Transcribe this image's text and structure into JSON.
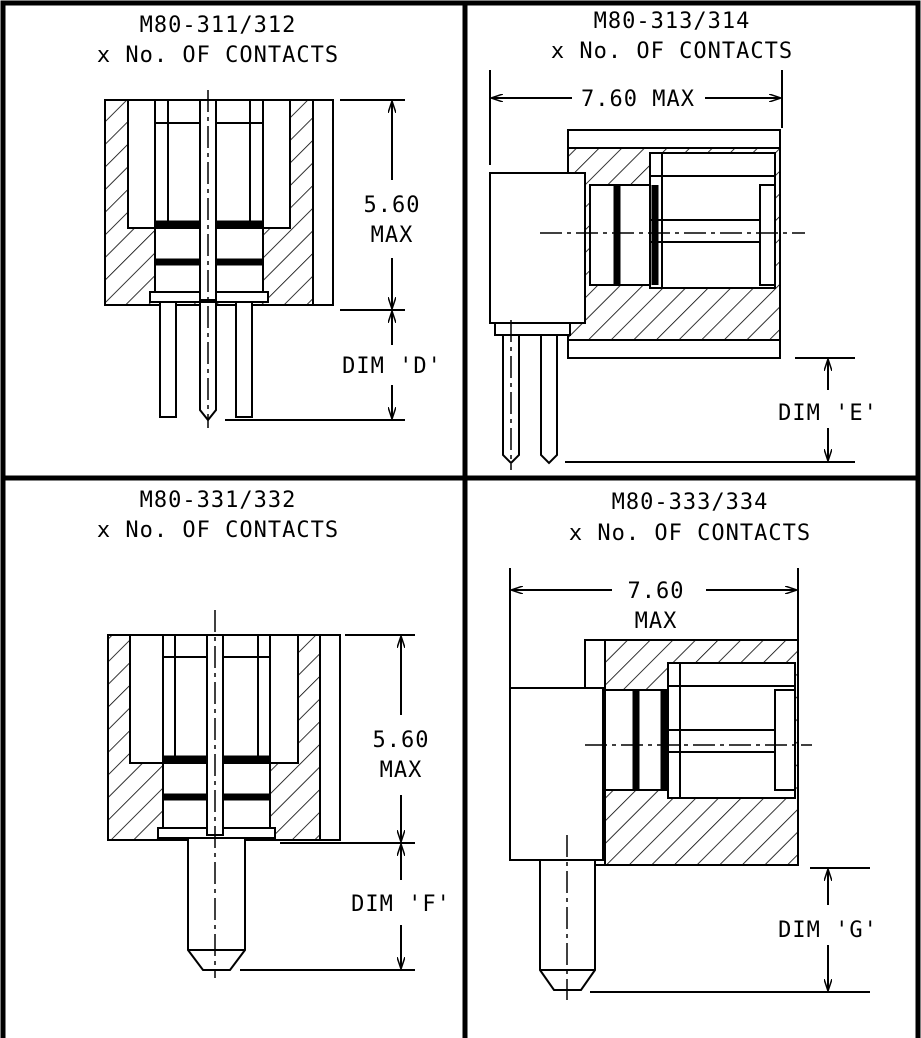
{
  "panels": [
    {
      "part": "M80-311/312",
      "subtitle": "x No. OF CONTACTS",
      "dim_height": "5.60",
      "dim_height_suffix": "MAX",
      "dim_lead": "DIM 'D'"
    },
    {
      "part": "M80-313/314",
      "subtitle": "x No. OF CONTACTS",
      "dim_width": "7.60 MAX",
      "dim_lead": "DIM 'E'"
    },
    {
      "part": "M80-331/332",
      "subtitle": "x No. OF CONTACTS",
      "dim_height": "5.60",
      "dim_height_suffix": "MAX",
      "dim_lead": "DIM 'F'"
    },
    {
      "part": "M80-333/334",
      "subtitle": "x No. OF CONTACTS",
      "dim_width": "7.60",
      "dim_width_suffix": "MAX",
      "dim_lead": "DIM 'G'"
    }
  ]
}
